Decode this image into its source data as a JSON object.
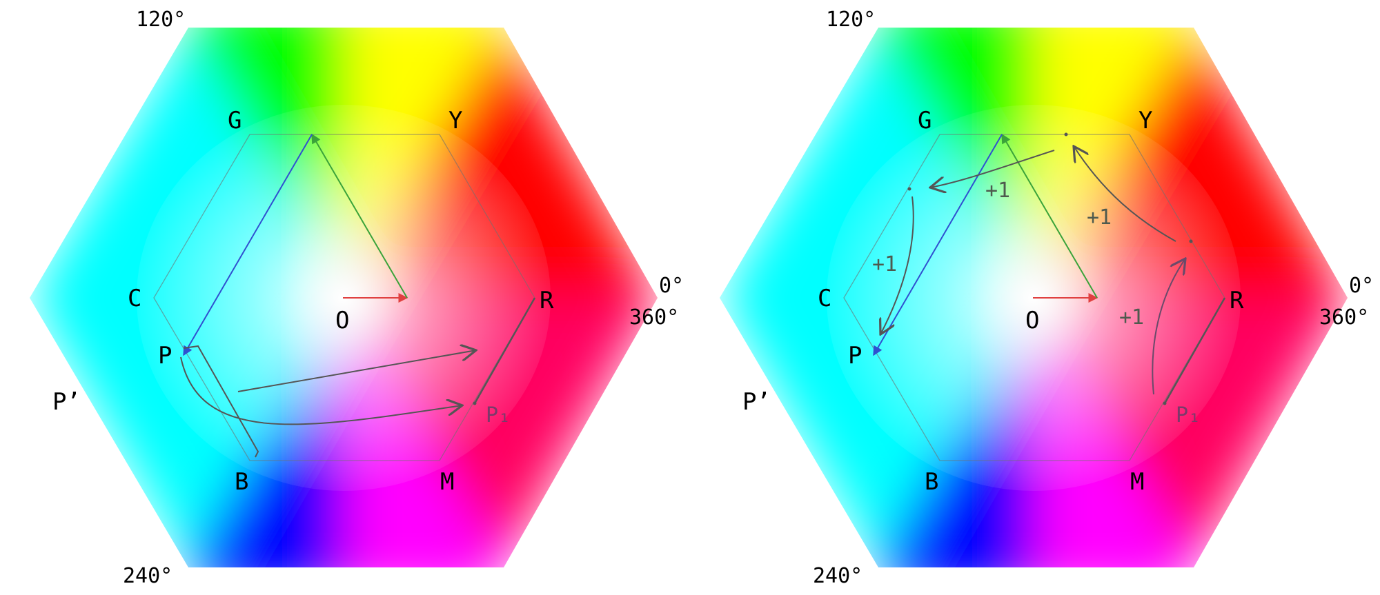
{
  "panels": [
    {
      "angle_0": "0°",
      "angle_360": "360°",
      "angle_120": "120°",
      "angle_240": "240°",
      "vertex_labels": {
        "G": "G",
        "Y": "Y",
        "C": "C",
        "R": "R",
        "B": "B",
        "M": "M"
      },
      "point_labels": {
        "O": "O",
        "P": "P",
        "P_prime": "P’",
        "P1": "P₁"
      },
      "increments": []
    },
    {
      "angle_0": "0°",
      "angle_360": "360°",
      "angle_120": "120°",
      "angle_240": "240°",
      "vertex_labels": {
        "G": "G",
        "Y": "Y",
        "C": "C",
        "R": "R",
        "B": "B",
        "M": "M"
      },
      "point_labels": {
        "O": "O",
        "P": "P",
        "P_prime": "P’",
        "P1": "P₁"
      },
      "increments": [
        "+1",
        "+1",
        "+1",
        "+1"
      ]
    }
  ],
  "colors": {
    "red": "#ff0000",
    "yellow": "#ffff00",
    "green": "#00ff00",
    "cyan": "#00ffff",
    "blue": "#0000ff",
    "magenta": "#ff00ff",
    "arrow_red": "#e04040",
    "arrow_green": "#3aa33a",
    "arrow_blue": "#3050d0",
    "arrow_gray": "#555555"
  }
}
